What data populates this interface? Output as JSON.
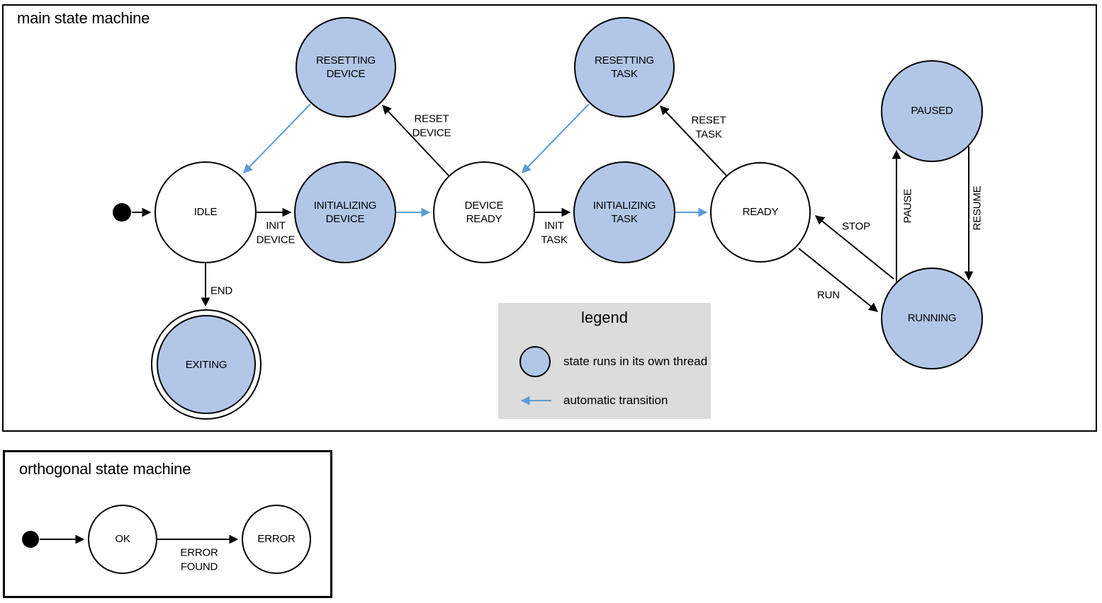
{
  "colors": {
    "state_fill": "#b2c7e8",
    "outline": "#000000",
    "auto_transition_blue": "#5b9bd5",
    "legend_bg": "#dcdcdc"
  },
  "main": {
    "title": "main state machine",
    "states": {
      "idle": {
        "label": "IDLE"
      },
      "initializing_device": {
        "line1": "INITIALIZING",
        "line2": "DEVICE"
      },
      "device_ready": {
        "line1": "DEVICE",
        "line2": "READY"
      },
      "resetting_device": {
        "line1": "RESETTING",
        "line2": "DEVICE"
      },
      "resetting_task": {
        "line1": "RESETTING",
        "line2": "TASK"
      },
      "initializing_task": {
        "line1": "INITIALIZING",
        "line2": "TASK"
      },
      "ready": {
        "label": "READY"
      },
      "paused": {
        "label": "PAUSED"
      },
      "running": {
        "label": "RUNNING"
      },
      "exiting": {
        "label": "EXITING"
      }
    },
    "transitions": {
      "init_device": {
        "line1": "INIT",
        "line2": "DEVICE"
      },
      "reset_device": {
        "line1": "RESET",
        "line2": "DEVICE"
      },
      "init_task": {
        "line1": "INIT",
        "line2": "TASK"
      },
      "reset_task": {
        "line1": "RESET",
        "line2": "TASK"
      },
      "end": {
        "label": "END"
      },
      "run": {
        "label": "RUN"
      },
      "stop": {
        "label": "STOP"
      },
      "pause": {
        "label": "PAUSE"
      },
      "resume": {
        "label": "RESUME"
      }
    }
  },
  "legend": {
    "title": "legend",
    "items": [
      {
        "text": "state runs in its own thread"
      },
      {
        "text": "automatic transition"
      }
    ]
  },
  "orthogonal": {
    "title": "orthogonal state machine",
    "states": {
      "ok": {
        "label": "OK"
      },
      "error": {
        "label": "ERROR"
      }
    },
    "transitions": {
      "error_found": {
        "line1": "ERROR",
        "line2": "FOUND"
      }
    }
  }
}
